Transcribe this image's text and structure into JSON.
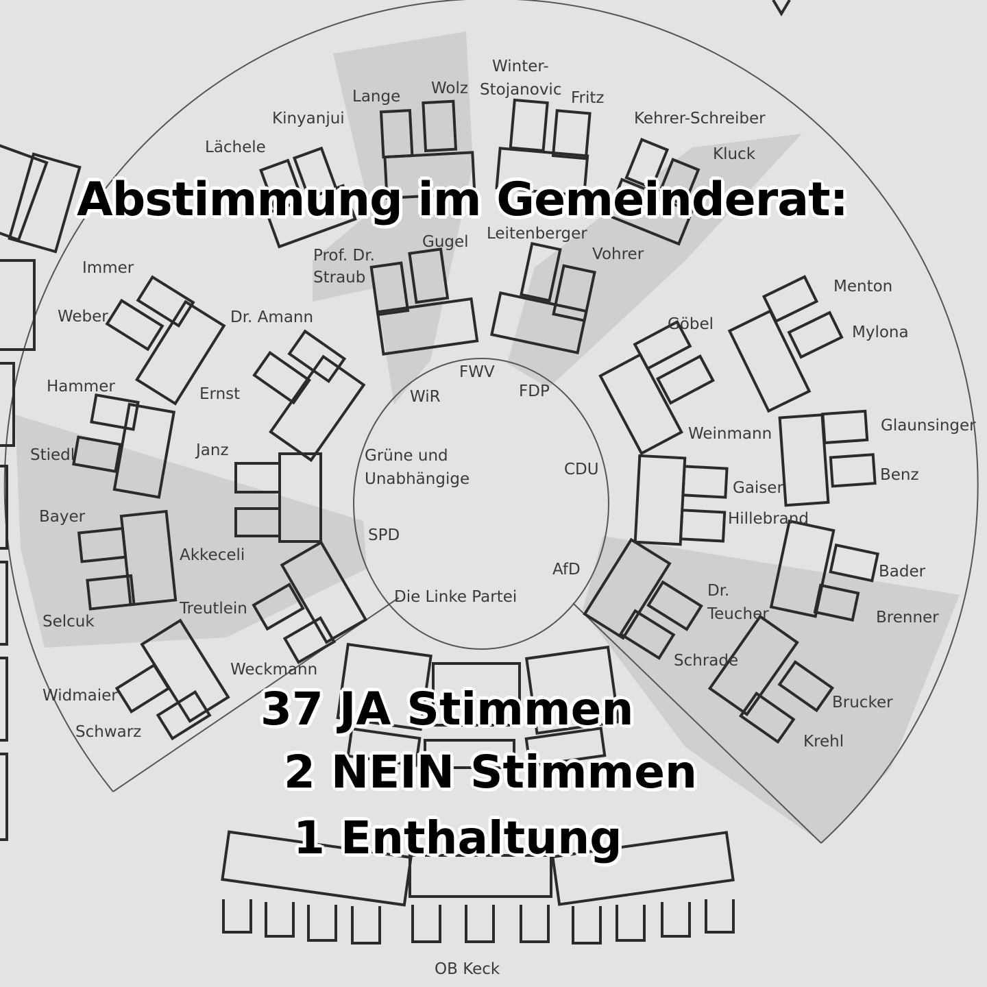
{
  "headline": "Abstimmung im Gemeinderat:",
  "results": {
    "yes": "37 JA Stimmen",
    "no": "2 NEIN Stimmen",
    "abstain": "1 Enthaltung"
  },
  "parties": {
    "wir": "WiR",
    "fwv": "FWV",
    "fdp": "FDP",
    "gruene_1": "Grüne und",
    "gruene_2": "Unabhängige",
    "cdu": "CDU",
    "spd": "SPD",
    "afd": "AfD",
    "linke": "Die Linke Partei"
  },
  "members": {
    "winter_1": "Winter-",
    "winter_2": "Stojanovic",
    "lange": "Lange",
    "wolz": "Wolz",
    "fritz": "Fritz",
    "kinyanjui": "Kinyanjui",
    "kehrer": "Kehrer-Schreiber",
    "laechele": "Lächele",
    "kluck": "Kluck",
    "gugel": "Gugel",
    "leitenberger": "Leitenberger",
    "straub_1": "Prof. Dr.",
    "straub_2": "Straub",
    "vohrer": "Vohrer",
    "immer": "Immer",
    "menton": "Menton",
    "weber": "Weber",
    "amann": "Dr. Amann",
    "goebel": "Göbel",
    "mylona": "Mylona",
    "hammer": "Hammer",
    "ernst": "Ernst",
    "weinmann": "Weinmann",
    "glaunsinger": "Glaunsinger",
    "janz": "Janz",
    "stiedl": "Stiedl",
    "gaiser": "Gaiser",
    "benz": "Benz",
    "hillebrand": "Hillebrand",
    "bayer": "Bayer",
    "akkeceli": "Akkeceli",
    "bader": "Bader",
    "teucher_1": "Dr.",
    "teucher_2": "Teucher",
    "treutlein": "Treutlein",
    "selcuk": "Selcuk",
    "brenner": "Brenner",
    "schrade": "Schrade",
    "weckmann": "Weckmann",
    "widmaier": "Widmaier",
    "brucker": "Brucker",
    "schwarz": "Schwarz",
    "krehl": "Krehl",
    "ob_keck": "OB Keck"
  }
}
